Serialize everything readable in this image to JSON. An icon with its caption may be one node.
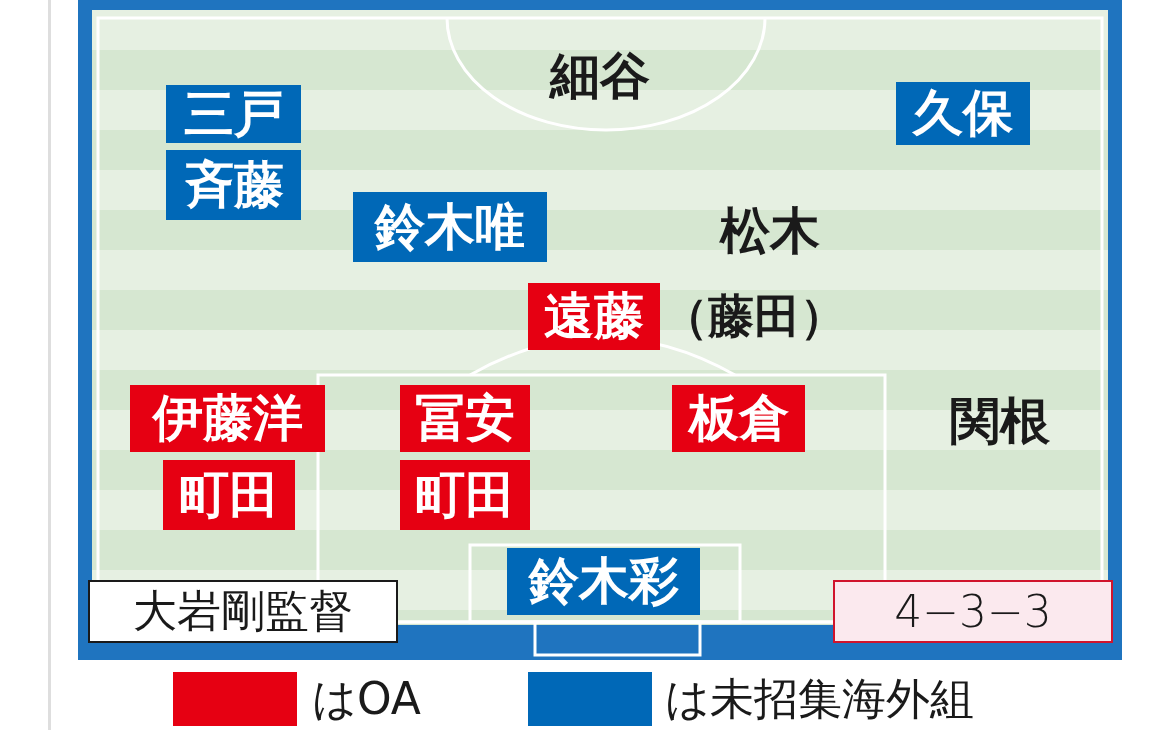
{
  "diagram": {
    "nodes": [
      {
        "text": [
          "細谷"
        ]
      },
      {
        "text": [
          "三戸"
        ]
      },
      {
        "text": [
          "久保"
        ]
      },
      {
        "text": [
          "斉藤"
        ]
      },
      {
        "text": [
          "鈴木唯"
        ]
      },
      {
        "text": [
          "松木"
        ]
      },
      {
        "text": [
          "遠藤"
        ],
        "beside": [
          "（藤田）"
        ]
      },
      {
        "text": [
          "伊藤洋"
        ]
      },
      {
        "text": [
          "冨安"
        ]
      },
      {
        "text": [
          "板倉"
        ]
      },
      {
        "text": [
          "関根"
        ]
      },
      {
        "text": [
          "町田"
        ]
      },
      {
        "text": [
          "町田"
        ]
      },
      {
        "text": [
          "大岩剛監督"
        ]
      },
      {
        "text": [
          "鈴木彩"
        ]
      },
      {
        "text": [
          "4−3−3"
        ]
      }
    ],
    "legend": [
      {
        "text": "はOA",
        "color": "#e60012"
      },
      {
        "text": "は未招集海外組",
        "color": "#0068b7"
      }
    ]
  }
}
